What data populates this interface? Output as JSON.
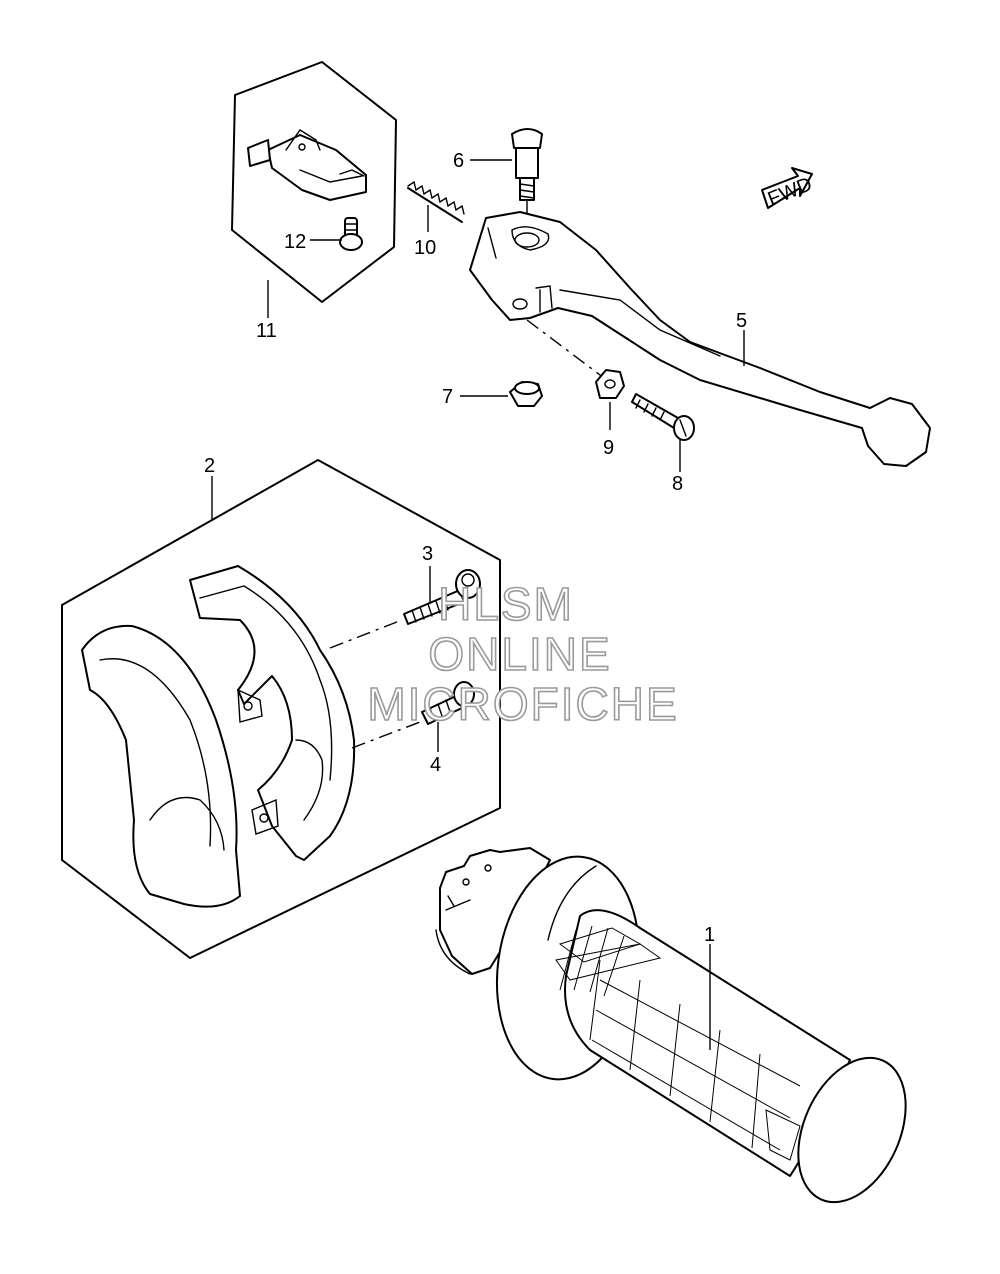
{
  "callouts": {
    "c1": "1",
    "c2": "2",
    "c3": "3",
    "c4": "4",
    "c5": "5",
    "c6": "6",
    "c7": "7",
    "c8": "8",
    "c9": "9",
    "c10": "10",
    "c11": "11",
    "c12": "12"
  },
  "fwd_label": "FWD",
  "watermark": {
    "line1": "HLSM",
    "line2": "ONLINE",
    "line3": "MICROFICHE"
  },
  "colors": {
    "line": "#000000",
    "background": "#ffffff",
    "watermark_outline": "#9a9a9a"
  }
}
